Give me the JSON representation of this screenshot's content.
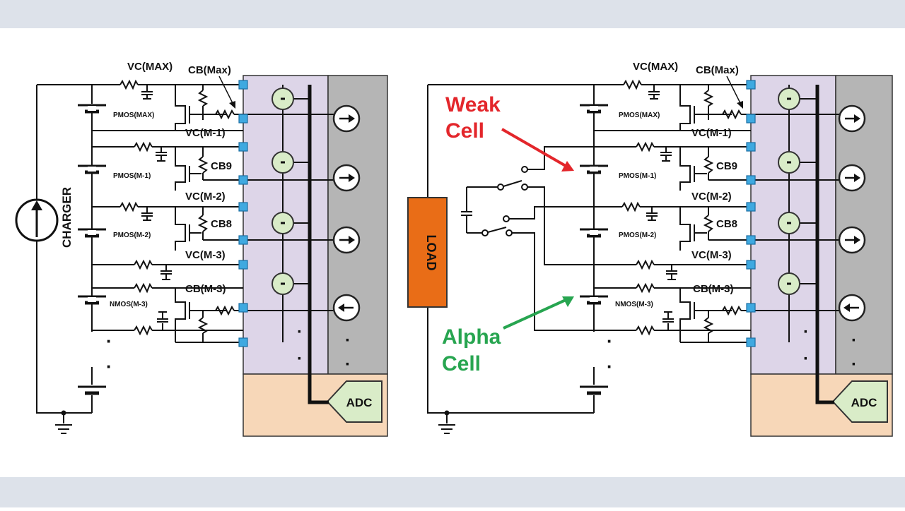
{
  "colors": {
    "band": "#dde2ea",
    "ic_fill": "#ddd5e8",
    "gray_fill": "#b5b5b5",
    "adc_region": "#f7d7b8",
    "adc_fill": "#d9ecc8",
    "comparator_fill": "#d9ecc8",
    "load_fill": "#e96d17",
    "weak_label": "#e3262b",
    "alpha_label": "#27a550",
    "pin": "#3fa9e0"
  },
  "left_panel": {
    "source_label": "CHARGER",
    "labels": {
      "vc_max": "VC(MAX)",
      "cb_max": "CB(Max)",
      "pmos_max": "PMOS(MAX)",
      "vc_m1": "VC(M-1)",
      "pmos_m1": "PMOS(M-1)",
      "cb9": "CB9",
      "vc_m2": "VC(M-2)",
      "pmos_m2": "PMOS(M-2)",
      "cb8": "CB8",
      "vc_m3": "VC(M-3)",
      "cb_m3": "CB(M-3)",
      "nmos_m3": "NMOS(M-3)"
    },
    "adc_label": "ADC"
  },
  "right_panel": {
    "load_label": "LOAD",
    "weak_line1": "Weak",
    "weak_line2": "Cell",
    "alpha_line1": "Alpha",
    "alpha_line2": "Cell",
    "labels": {
      "vc_max": "VC(MAX)",
      "cb_max": "CB(Max)",
      "pmos_max": "PMOS(MAX)",
      "vc_m1": "VC(M-1)",
      "pmos_m1": "PMOS(M-1)",
      "cb9": "CB9",
      "vc_m2": "VC(M-2)",
      "pmos_m2": "PMOS(M-2)",
      "cb8": "CB8",
      "vc_m3": "VC(M-3)",
      "cb_m3": "CB(M-3)",
      "nmos_m3": "NMOS(M-3)"
    },
    "adc_label": "ADC"
  },
  "icons": [
    "charger-source-icon",
    "comparator-icon",
    "current-source-icon",
    "ground-icon",
    "battery-cell-icon",
    "resistor-icon",
    "switch-icon"
  ]
}
